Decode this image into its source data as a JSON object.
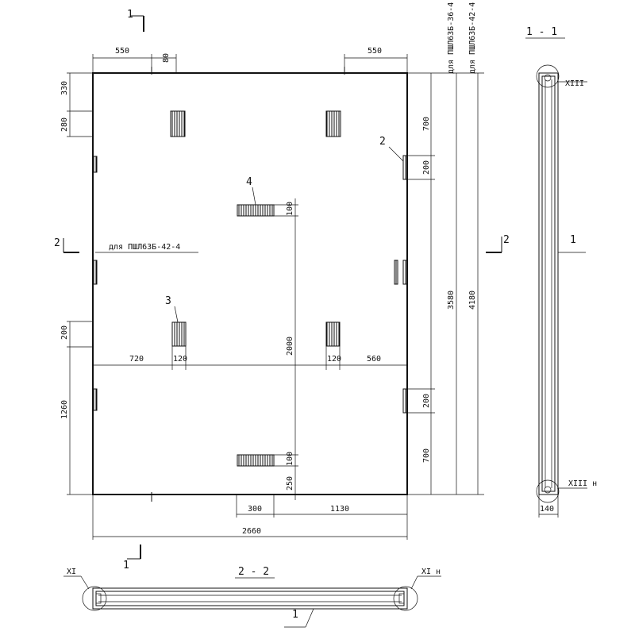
{
  "section_labels": {
    "sec11_title": "1 - 1",
    "sec22_title": "2 - 2",
    "cut1": "1",
    "cut2": "2"
  },
  "dims": {
    "top_left": "550",
    "top_80": "80",
    "top_right": "550",
    "left_330": "330",
    "left_280": "280",
    "left_200": "200",
    "left_1260": "1260",
    "right_700a": "700",
    "right_200a": "200",
    "right_200b": "200",
    "right_700b": "700",
    "v_3580": "3580",
    "v_4180": "4180",
    "h_720": "720",
    "h_120a": "120",
    "h_120b": "120",
    "h_560": "560",
    "c_100a": "100",
    "c_2000": "2000",
    "c_100b": "100",
    "c_250": "250",
    "b_300": "300",
    "b_1130": "1130",
    "b_2660": "2660",
    "sec_140": "140"
  },
  "notes": {
    "for_36": "для ПШЛ63Б-36-4",
    "for_42": "для ПШЛ63Б-42-4",
    "inner_note": "для ПШЛ63Б-42-4"
  },
  "markers": {
    "pos1": "1",
    "pos2": "2",
    "pos3": "3",
    "pos4": "4",
    "pos1b": "1",
    "xiii": "XIII",
    "xiii_n": "XIII н",
    "xi": "XI",
    "xi_n": "XI н"
  }
}
